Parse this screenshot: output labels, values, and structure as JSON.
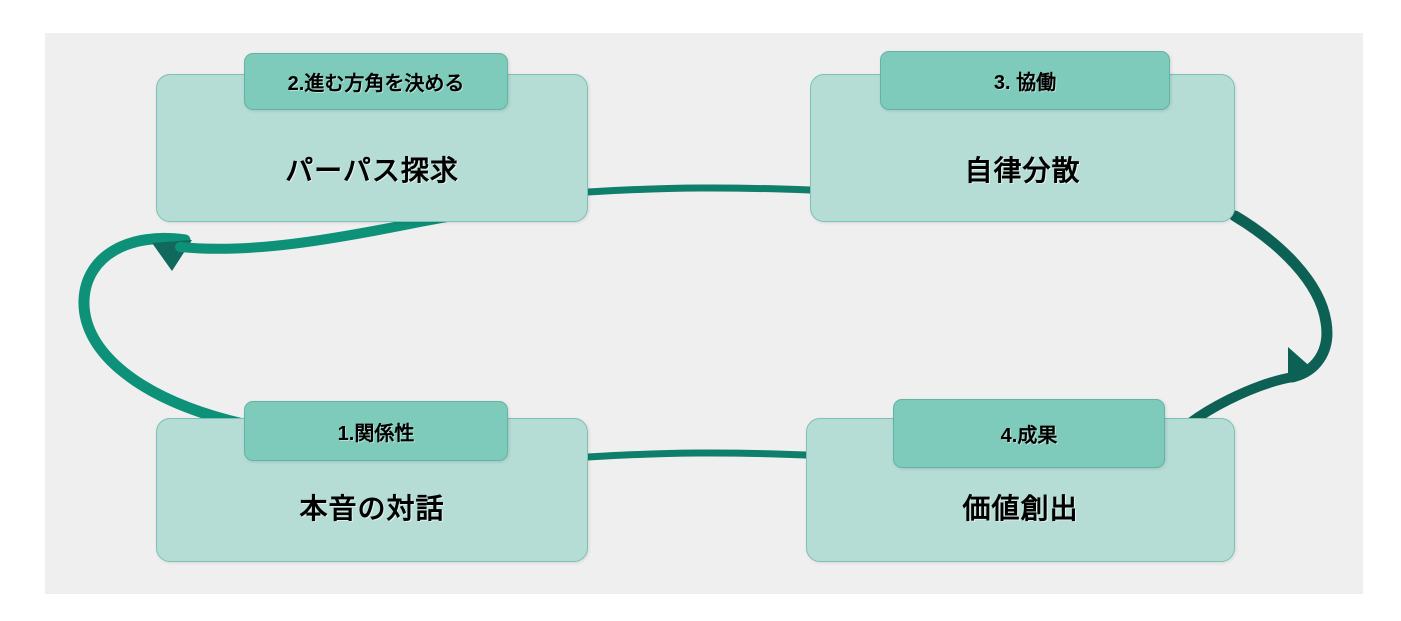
{
  "canvas": {
    "background_color": "#efefef",
    "page_background_color": "#ffffff"
  },
  "theme": {
    "node_fill": "#b5ddd5",
    "node_border": "#7bc2b4",
    "badge_fill": "#7ecabb",
    "badge_border": "#62b5a6",
    "arrow_left_color": "#0d9179",
    "arrow_right_color": "#0d6154",
    "connector_color": "#0f7f6c",
    "text_color": "#000000"
  },
  "nodes": [
    {
      "id": "dialogue",
      "badge": "1.関係性",
      "title": "本音の対話",
      "position": "bottom-left",
      "step": 1
    },
    {
      "id": "purpose",
      "badge": "2.進む方角を決める",
      "title": "パーパス探求",
      "position": "top-left",
      "step": 2
    },
    {
      "id": "autonomy",
      "badge": "3. 協働",
      "title": "自律分散",
      "position": "top-right",
      "step": 3
    },
    {
      "id": "value",
      "badge": "4.成果",
      "title": "価値創出",
      "position": "bottom-right",
      "step": 4
    }
  ],
  "connectors": [
    {
      "id": "top-link",
      "from": "purpose",
      "to": "autonomy",
      "style": "straight-line",
      "arrowhead": false
    },
    {
      "id": "bottom-link",
      "from": "dialogue",
      "to": "value",
      "style": "straight-line",
      "arrowhead": false
    },
    {
      "id": "left-arc",
      "from": "dialogue",
      "to": "purpose",
      "style": "curved-arc",
      "arrowhead": true,
      "direction": "upward"
    },
    {
      "id": "right-arc",
      "from": "autonomy",
      "to": "value",
      "style": "curved-arc",
      "arrowhead": true,
      "direction": "downward"
    }
  ]
}
